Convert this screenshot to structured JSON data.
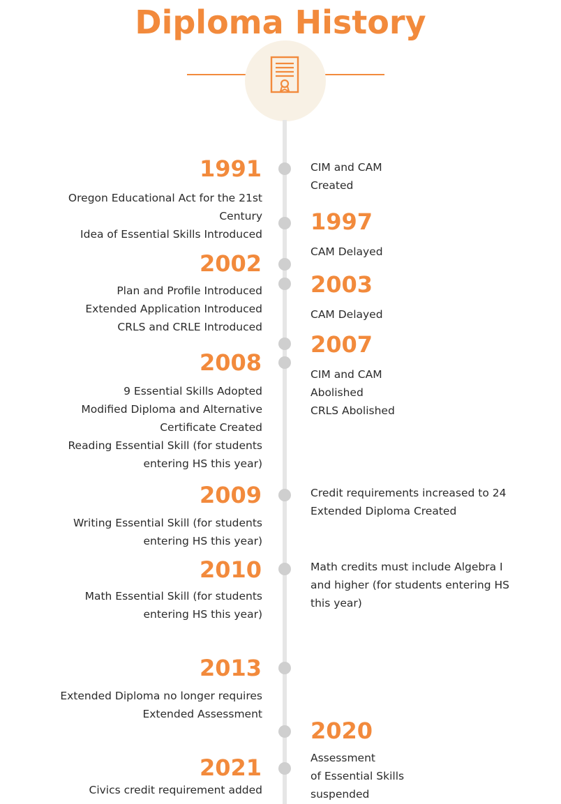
{
  "title": "Diploma History",
  "icon": "diploma-certificate-icon",
  "colors": {
    "accent": "#f28a3c",
    "dot": "#cfcfcf",
    "spine": "#e6e6e6",
    "medal_bg": "#f8f1e5"
  },
  "timeline": {
    "y1991": {
      "year": "1991",
      "items": [
        "CIM and CAM",
        "Created",
        "Oregon Educational Act for the 21st",
        "Century",
        "Idea of Essential Skills Introduced"
      ]
    },
    "y1997": {
      "year": "1997",
      "items": [
        "CAM Delayed"
      ]
    },
    "y2002": {
      "year": "2002",
      "items": [
        "Plan and Profile Introduced",
        "Extended Application Introduced",
        "CRLS and CRLE Introduced"
      ]
    },
    "y2003": {
      "year": "2003",
      "items": [
        "CAM Delayed"
      ]
    },
    "y2007": {
      "year": "2007",
      "items": [
        "CIM and CAM",
        "Abolished",
        "CRLS Abolished"
      ]
    },
    "y2008": {
      "year": "2008",
      "items": [
        "9 Essential Skills Adopted",
        "Modified Diploma and Alternative",
        "Certificate Created",
        "Reading Essential Skill (for students",
        "entering HS this year)"
      ]
    },
    "y2009": {
      "year": "2009",
      "items": [
        "Writing Essential Skill (for students",
        "entering HS this year)",
        "Credit requirements increased to 24",
        "Extended Diploma Created"
      ]
    },
    "y2010": {
      "year": "2010",
      "items": [
        "Math Essential Skill (for students",
        "entering HS this year)",
        "Math credits must include Algebra I",
        "and higher (for students entering HS",
        "this year)"
      ]
    },
    "y2013": {
      "year": "2013",
      "items": [
        "Extended Diploma no longer requires",
        "Extended Assessment"
      ]
    },
    "y2020": {
      "year": "2020",
      "items": [
        "Assessment",
        "of Essential Skills",
        "suspended"
      ]
    },
    "y2021": {
      "year": "2021",
      "items": [
        "Civics credit requirement added"
      ]
    }
  }
}
